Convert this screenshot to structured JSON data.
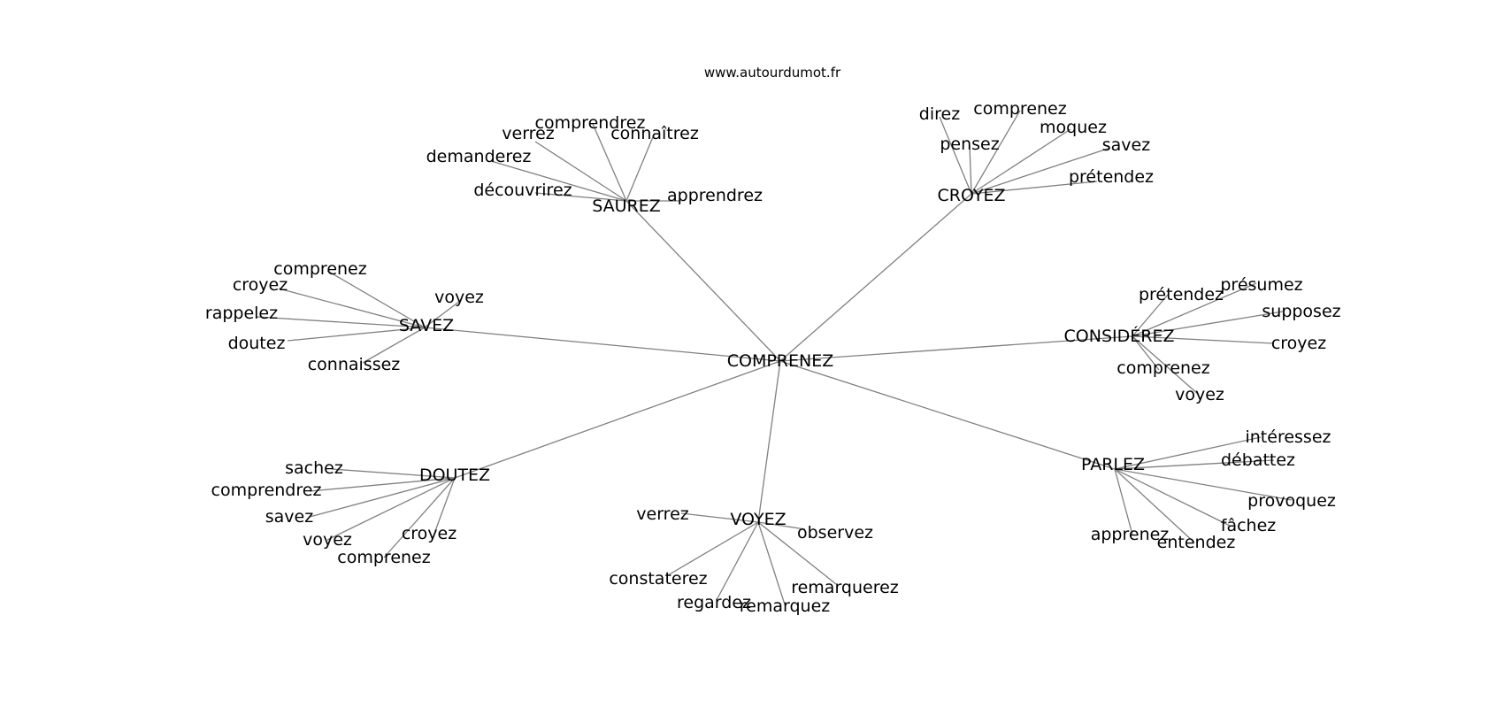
{
  "watermark": "www.autourdumot.fr",
  "colors": {
    "edge": "#808080",
    "text": "#000000",
    "background": "#ffffff"
  },
  "graph": {
    "center": "COMPRENEZ",
    "hubs": [
      {
        "label": "SAUREZ",
        "leaves": [
          "comprendrez",
          "verrez",
          "connaîtrez",
          "demanderez",
          "découvrirez",
          "apprendrez"
        ]
      },
      {
        "label": "CROYEZ",
        "leaves": [
          "direz",
          "comprenez",
          "pensez",
          "moquez",
          "savez",
          "prétendez"
        ]
      },
      {
        "label": "SAVEZ",
        "leaves": [
          "comprenez",
          "croyez",
          "voyez",
          "rappelez",
          "doutez",
          "connaissez"
        ]
      },
      {
        "label": "CONSIDÉREZ",
        "leaves": [
          "prétendez",
          "présumez",
          "supposez",
          "croyez",
          "comprenez",
          "voyez"
        ]
      },
      {
        "label": "DOUTEZ",
        "leaves": [
          "sachez",
          "comprendrez",
          "savez",
          "voyez",
          "croyez",
          "comprenez"
        ]
      },
      {
        "label": "VOYEZ",
        "leaves": [
          "verrez",
          "observez",
          "constaterez",
          "remarquerez",
          "regardez",
          "remarquez"
        ]
      },
      {
        "label": "PARLEZ",
        "leaves": [
          "intéressez",
          "débattez",
          "provoquez",
          "fâchez",
          "apprenez",
          "entendez"
        ]
      }
    ]
  }
}
